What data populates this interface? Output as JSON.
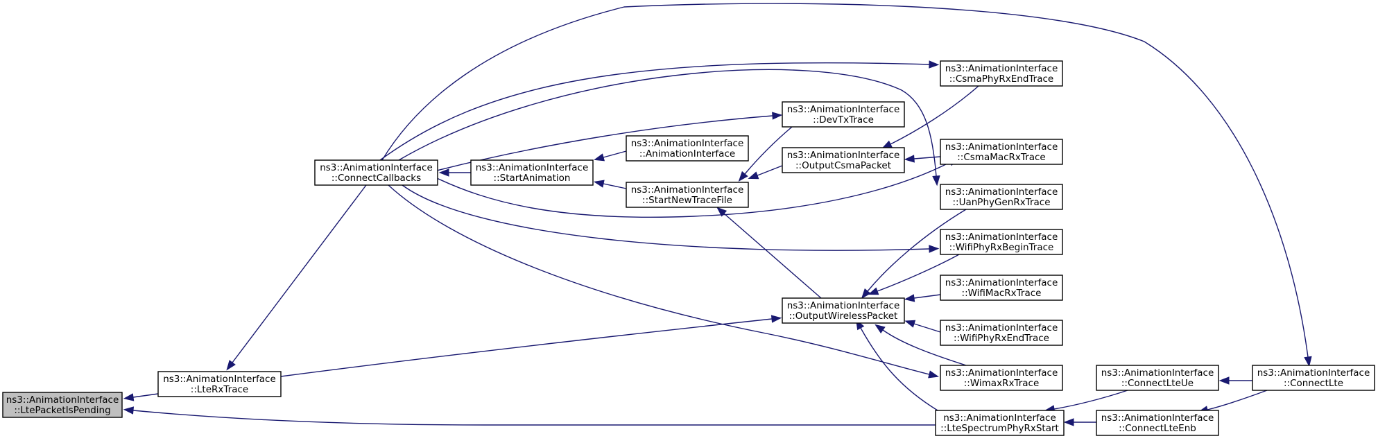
{
  "colors": {
    "edge": "#191970",
    "node_fill": "#ffffff",
    "highlight_fill": "#bfbfbf",
    "border": "#000000"
  },
  "nodes": [
    {
      "id": "LtePacketIsPending",
      "line1": "ns3::AnimationInterface",
      "line2": "::LtePacketIsPending",
      "highlighted": true
    },
    {
      "id": "LteRxTrace",
      "line1": "ns3::AnimationInterface",
      "line2": "::LteRxTrace"
    },
    {
      "id": "ConnectCallbacks",
      "line1": "ns3::AnimationInterface",
      "line2": "::ConnectCallbacks"
    },
    {
      "id": "StartAnimation",
      "line1": "ns3::AnimationInterface",
      "line2": "::StartAnimation"
    },
    {
      "id": "AnimationInterface",
      "line1": "ns3::AnimationInterface",
      "line2": "::AnimationInterface"
    },
    {
      "id": "StartNewTraceFile",
      "line1": "ns3::AnimationInterface",
      "line2": "::StartNewTraceFile"
    },
    {
      "id": "DevTxTrace",
      "line1": "ns3::AnimationInterface",
      "line2": "::DevTxTrace"
    },
    {
      "id": "OutputCsmaPacket",
      "line1": "ns3::AnimationInterface",
      "line2": "::OutputCsmaPacket"
    },
    {
      "id": "OutputWirelessPacket",
      "line1": "ns3::AnimationInterface",
      "line2": "::OutputWirelessPacket"
    },
    {
      "id": "CsmaPhyRxEndTrace",
      "line1": "ns3::AnimationInterface",
      "line2": "::CsmaPhyRxEndTrace"
    },
    {
      "id": "CsmaMacRxTrace",
      "line1": "ns3::AnimationInterface",
      "line2": "::CsmaMacRxTrace"
    },
    {
      "id": "UanPhyGenRxTrace",
      "line1": "ns3::AnimationInterface",
      "line2": "::UanPhyGenRxTrace"
    },
    {
      "id": "WifiPhyRxBeginTrace",
      "line1": "ns3::AnimationInterface",
      "line2": "::WifiPhyRxBeginTrace"
    },
    {
      "id": "WifiMacRxTrace",
      "line1": "ns3::AnimationInterface",
      "line2": "::WifiMacRxTrace"
    },
    {
      "id": "WifiPhyRxEndTrace",
      "line1": "ns3::AnimationInterface",
      "line2": "::WifiPhyRxEndTrace"
    },
    {
      "id": "WimaxRxTrace",
      "line1": "ns3::AnimationInterface",
      "line2": "::WimaxRxTrace"
    },
    {
      "id": "LteSpectrumPhyRxStart",
      "line1": "ns3::AnimationInterface",
      "line2": "::LteSpectrumPhyRxStart"
    },
    {
      "id": "ConnectLteUe",
      "line1": "ns3::AnimationInterface",
      "line2": "::ConnectLteUe"
    },
    {
      "id": "ConnectLteEnb",
      "line1": "ns3::AnimationInterface",
      "line2": "::ConnectLteEnb"
    },
    {
      "id": "ConnectLte",
      "line1": "ns3::AnimationInterface",
      "line2": "::ConnectLte"
    }
  ],
  "edges": [
    {
      "from": "LteRxTrace",
      "to": "LtePacketIsPending"
    },
    {
      "from": "LteSpectrumPhyRxStart",
      "to": "LtePacketIsPending"
    },
    {
      "from": "ConnectCallbacks",
      "to": "LteRxTrace"
    },
    {
      "from": "StartAnimation",
      "to": "ConnectCallbacks"
    },
    {
      "from": "AnimationInterface",
      "to": "StartAnimation"
    },
    {
      "from": "StartNewTraceFile",
      "to": "StartAnimation"
    },
    {
      "from": "DevTxTrace",
      "to": "StartNewTraceFile"
    },
    {
      "from": "OutputCsmaPacket",
      "to": "StartNewTraceFile"
    },
    {
      "from": "OutputWirelessPacket",
      "to": "StartNewTraceFile"
    },
    {
      "from": "LteRxTrace",
      "to": "OutputWirelessPacket"
    },
    {
      "from": "CsmaPhyRxEndTrace",
      "to": "OutputCsmaPacket"
    },
    {
      "from": "CsmaMacRxTrace",
      "to": "OutputCsmaPacket"
    },
    {
      "from": "UanPhyGenRxTrace",
      "to": "OutputWirelessPacket"
    },
    {
      "from": "WifiPhyRxBeginTrace",
      "to": "OutputWirelessPacket"
    },
    {
      "from": "WifiMacRxTrace",
      "to": "OutputWirelessPacket"
    },
    {
      "from": "WifiPhyRxEndTrace",
      "to": "OutputWirelessPacket"
    },
    {
      "from": "WimaxRxTrace",
      "to": "OutputWirelessPacket"
    },
    {
      "from": "LteSpectrumPhyRxStart",
      "to": "OutputWirelessPacket"
    },
    {
      "from": "ConnectCallbacks",
      "to": "DevTxTrace"
    },
    {
      "from": "ConnectCallbacks",
      "to": "CsmaPhyRxEndTrace"
    },
    {
      "from": "ConnectCallbacks",
      "to": "CsmaMacRxTrace"
    },
    {
      "from": "ConnectCallbacks",
      "to": "UanPhyGenRxTrace"
    },
    {
      "from": "ConnectCallbacks",
      "to": "WifiPhyRxBeginTrace"
    },
    {
      "from": "ConnectCallbacks",
      "to": "WimaxRxTrace"
    },
    {
      "from": "ConnectCallbacks",
      "to": "ConnectLte"
    },
    {
      "from": "ConnectLteUe",
      "to": "LteSpectrumPhyRxStart"
    },
    {
      "from": "ConnectLteEnb",
      "to": "LteSpectrumPhyRxStart"
    },
    {
      "from": "ConnectLte",
      "to": "ConnectLteUe"
    },
    {
      "from": "ConnectLte",
      "to": "ConnectLteEnb"
    }
  ]
}
